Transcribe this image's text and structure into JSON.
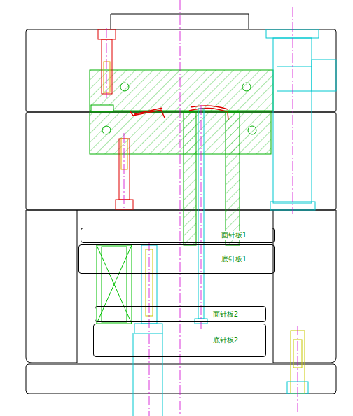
{
  "diagram": {
    "nodes": [
      {
        "text": [
          "面针板1"
        ]
      },
      {
        "text": [
          "底针板1"
        ]
      },
      {
        "text": [
          "面针板2"
        ]
      },
      {
        "text": [
          "底针板2"
        ]
      }
    ]
  }
}
